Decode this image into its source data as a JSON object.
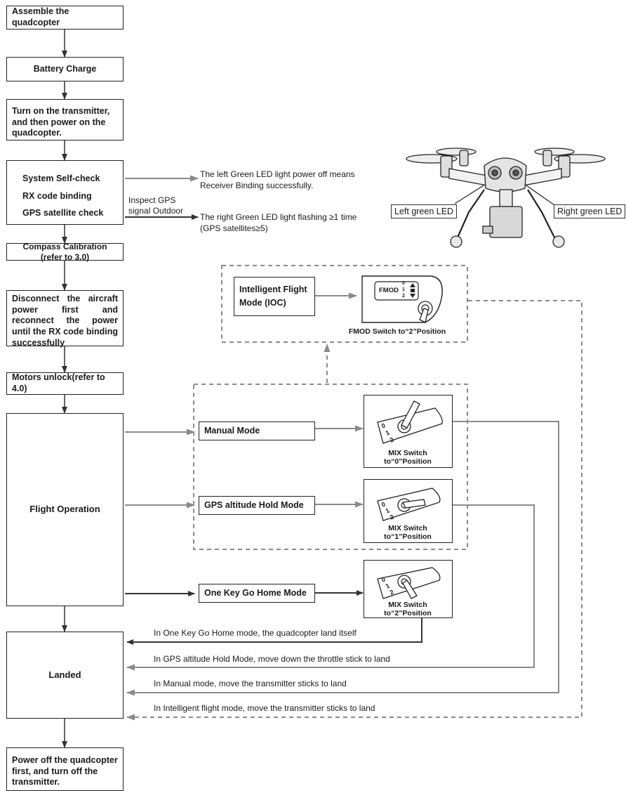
{
  "steps": {
    "assemble": "Assemble the quadcopter",
    "battery": "Battery Charge",
    "power_on": "Turn on the transmitter, and then power on the quadcopter.",
    "self_check": "System Self-check",
    "rx_binding": "RX code binding",
    "gps_check": "GPS satellite check",
    "compass": "Compass Calibration (refer to 3.0)",
    "reconnect": "Disconnect the aircraft power first and reconnect the power until the RX code binding successfully",
    "unlock": "Motors unlock(refer to 4.0)",
    "flight": "Flight Operation",
    "landed": "Landed",
    "power_off": "Power off the quadcopter first, and turn off the transmitter."
  },
  "notes": {
    "left_led_1": "The left Green LED light power off means",
    "left_led_2": "Receiver Binding successfully.",
    "inspect_1": "Inspect GPS",
    "inspect_2": "signal Outdoor",
    "right_led_1": "The right Green LED light flashing ≥1 time",
    "right_led_2": "(GPS satellites≥5)"
  },
  "drone": {
    "left_label": "Left green LED",
    "right_label": "Right green LED"
  },
  "modes": {
    "ioc": "Intelligent Flight Mode (IOC)",
    "manual": "Manual Mode",
    "gps_hold": "GPS altitude Hold Mode",
    "go_home": "One Key Go Home Mode"
  },
  "switches": {
    "fmod_label": "FMOD",
    "fmod_pos": [
      "0",
      "1",
      "2"
    ],
    "fmod_caption": "FMOD Switch to“2”Position",
    "mix_digits": [
      "0",
      "1",
      "2"
    ],
    "mix0_caption_1": "MIX Switch",
    "mix0_caption_2": "to“0”Position",
    "mix1_caption_1": "MIX Switch",
    "mix1_caption_2": "to“1”Position",
    "mix2_caption_1": "MIX Switch",
    "mix2_caption_2": "to“2”Position"
  },
  "landing_notes": {
    "go_home": "In One Key Go Home mode, the quadcopter land itself",
    "gps_hold": "In GPS altitude Hold Mode, move down the throttle stick to land",
    "manual": "In Manual mode, move the transmitter sticks to land",
    "intelligent": "In Intelligent flight mode, move the transmitter sticks to land"
  },
  "colors": {
    "dark": "#333333",
    "gray": "#8a8a8a",
    "dashed": "#8a8a8a"
  }
}
